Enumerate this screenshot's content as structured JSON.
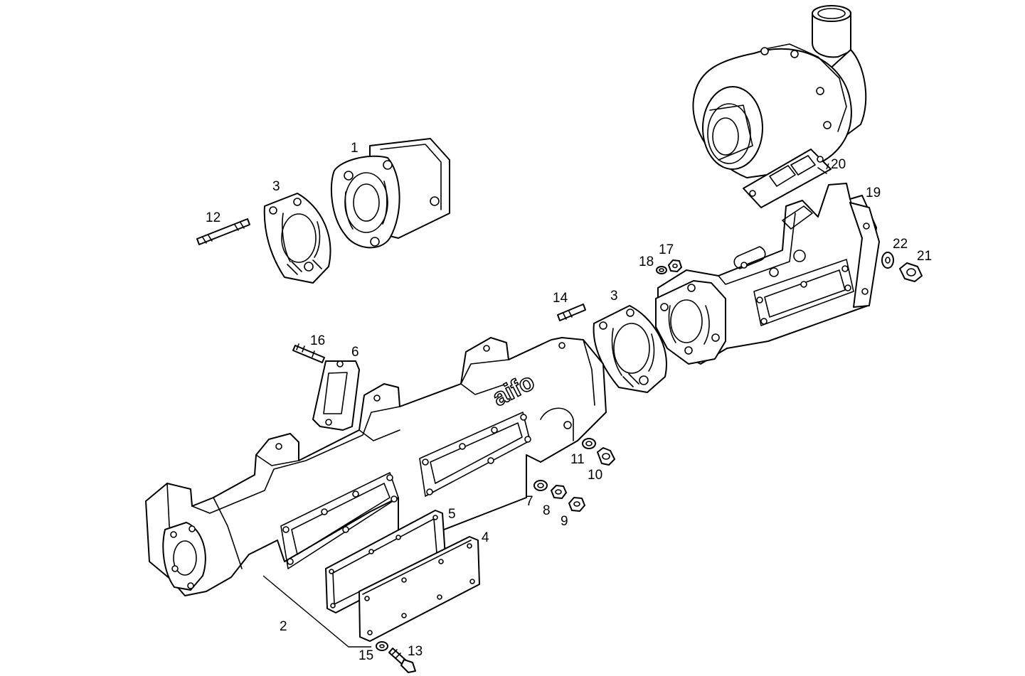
{
  "brand_text": "aifo",
  "part_labels": [
    {
      "id": "1",
      "text": "1"
    },
    {
      "id": "2",
      "text": "2"
    },
    {
      "id": "3a",
      "text": "3"
    },
    {
      "id": "3b",
      "text": "3"
    },
    {
      "id": "4",
      "text": "4"
    },
    {
      "id": "5",
      "text": "5"
    },
    {
      "id": "6",
      "text": "6"
    },
    {
      "id": "7",
      "text": "7"
    },
    {
      "id": "8",
      "text": "8"
    },
    {
      "id": "9",
      "text": "9"
    },
    {
      "id": "10",
      "text": "10"
    },
    {
      "id": "11",
      "text": "11"
    },
    {
      "id": "12",
      "text": "12"
    },
    {
      "id": "13",
      "text": "13"
    },
    {
      "id": "14",
      "text": "14"
    },
    {
      "id": "15",
      "text": "15"
    },
    {
      "id": "16",
      "text": "16"
    },
    {
      "id": "17",
      "text": "17"
    },
    {
      "id": "18",
      "text": "18"
    },
    {
      "id": "19",
      "text": "19"
    },
    {
      "id": "20",
      "text": "20"
    },
    {
      "id": "21",
      "text": "21"
    },
    {
      "id": "22",
      "text": "22"
    }
  ],
  "parts": [
    {
      "ref": "1",
      "name": "spacer-housing"
    },
    {
      "ref": "2",
      "name": "exhaust-manifold-front"
    },
    {
      "ref": "3",
      "name": "manifold-gasket"
    },
    {
      "ref": "4",
      "name": "cover-plate"
    },
    {
      "ref": "5",
      "name": "cover-gasket"
    },
    {
      "ref": "6",
      "name": "port-gasket"
    },
    {
      "ref": "7",
      "name": "washer"
    },
    {
      "ref": "8",
      "name": "nut"
    },
    {
      "ref": "9",
      "name": "nut"
    },
    {
      "ref": "10",
      "name": "plug"
    },
    {
      "ref": "11",
      "name": "washer"
    },
    {
      "ref": "12",
      "name": "stud"
    },
    {
      "ref": "13",
      "name": "screw"
    },
    {
      "ref": "14",
      "name": "stud"
    },
    {
      "ref": "15",
      "name": "washer"
    },
    {
      "ref": "16",
      "name": "stud"
    },
    {
      "ref": "17",
      "name": "nut"
    },
    {
      "ref": "18",
      "name": "washer"
    },
    {
      "ref": "19",
      "name": "exhaust-manifold-rear"
    },
    {
      "ref": "20",
      "name": "turbocharger-gasket"
    },
    {
      "ref": "21",
      "name": "plug"
    },
    {
      "ref": "22",
      "name": "washer"
    }
  ]
}
